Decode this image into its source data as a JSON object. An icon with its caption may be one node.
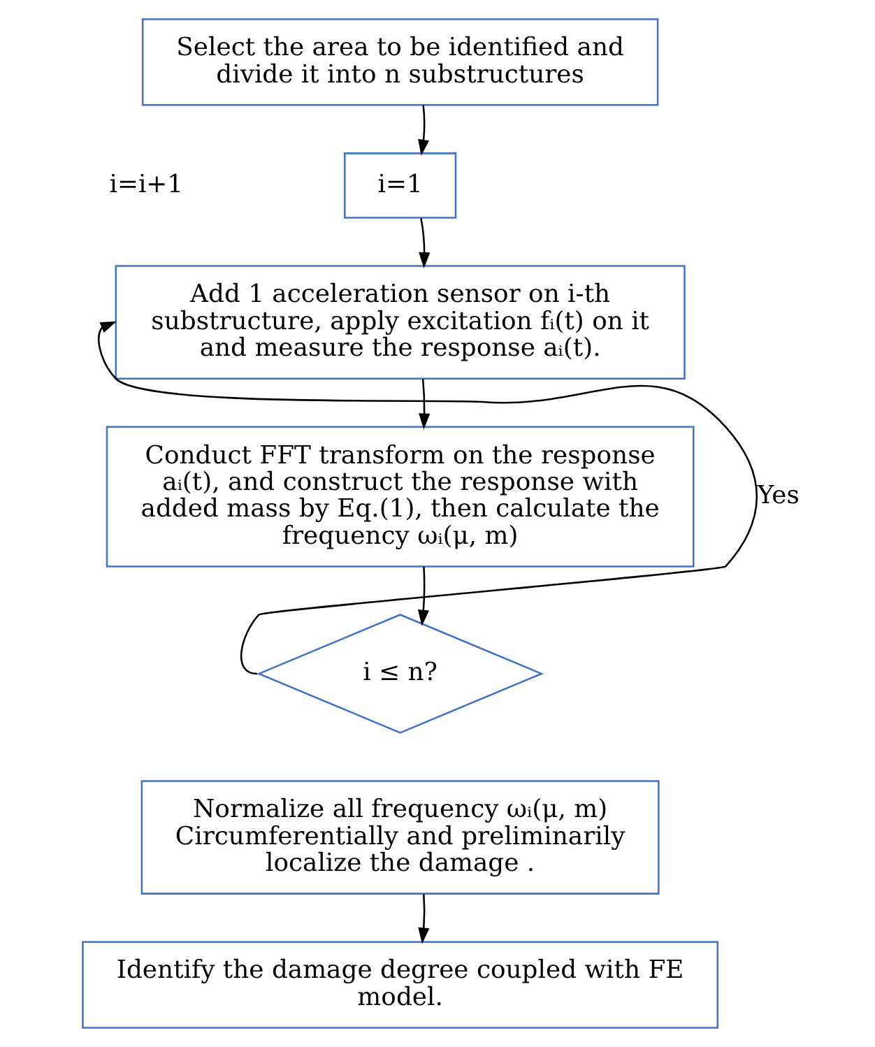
{
  "diagram": {
    "nodes": [
      {
        "text": [
          "Select the area to be identified and divide it into n substructures"
        ]
      },
      {
        "text": [
          "i=1"
        ]
      },
      {
        "text": [
          "Add 1 acceleration sensor on i-th substructure, apply excitation fᵢ(t) on it and measure the response aᵢ(t)."
        ]
      },
      {
        "text": [
          "Conduct FFT transform on the response aᵢ(t), and construct the response with added mass by Eq.(1), then calculate the frequency ωᵢ(μ, m)"
        ]
      },
      {
        "text": [
          "i ≤ n?"
        ]
      },
      {
        "text": [
          "Normalize all frequency ωᵢ(μ, m) Circumferentially and preliminarily localize the damage ."
        ]
      },
      {
        "text": [
          "Identify the damage degree coupled with FE model."
        ]
      }
    ],
    "edges": [
      {
        "from": 0,
        "to": 1,
        "arrow": "to"
      },
      {
        "from": 1,
        "to": 2,
        "arrow": "to"
      },
      {
        "from": 2,
        "to": 3,
        "arrow": "to"
      },
      {
        "from": 3,
        "to": 4,
        "arrow": "to"
      },
      {
        "from": 4,
        "to": 2,
        "arrow": "to",
        "label": "Yes"
      },
      {
        "from": 5,
        "to": 6,
        "arrow": "to"
      }
    ],
    "labels": [
      "i=i+1"
    ]
  }
}
